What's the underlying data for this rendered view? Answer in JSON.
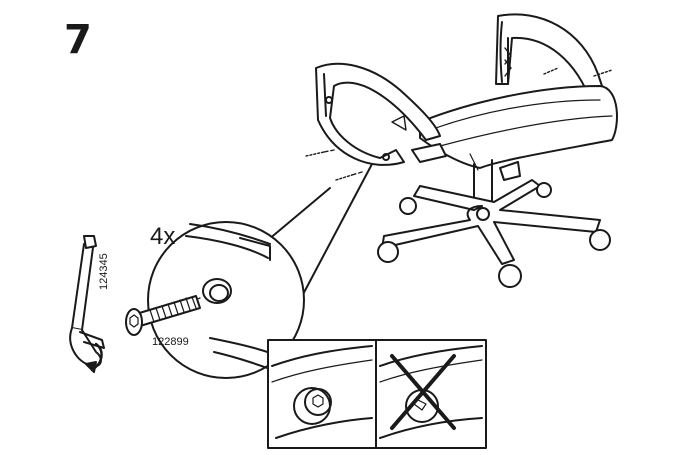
{
  "step": {
    "number": "7"
  },
  "detail": {
    "quantity": "4x"
  },
  "parts": {
    "allen_key_code": "124345",
    "bolt_code": "122899"
  },
  "colors": {
    "line": "#1a1a1a",
    "paper": "#ffffff",
    "shade": "#dcdcdc"
  },
  "icons": {
    "wrong": "cross-mark-icon",
    "rotate": "rotation-arrow-icon"
  }
}
